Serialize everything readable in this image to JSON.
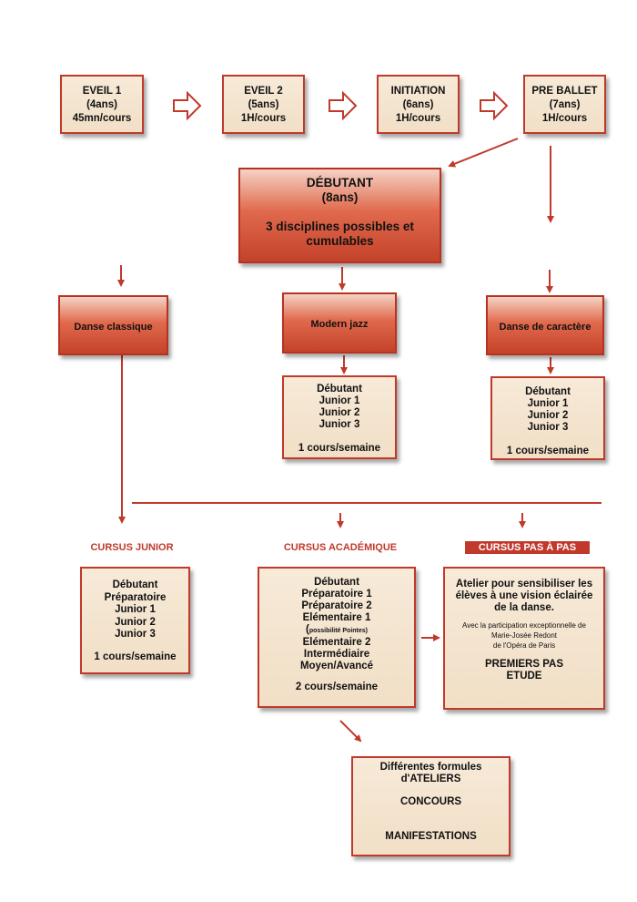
{
  "eveil1": {
    "l1": "EVEIL 1",
    "l2": "(4ans)",
    "l3": "45mn/cours"
  },
  "eveil2": {
    "l1": "EVEIL 2",
    "l2": "(5ans)",
    "l3": "1H/cours"
  },
  "initiation": {
    "l1": "INITIATION",
    "l2": "(6ans)",
    "l3": "1H/cours"
  },
  "preballet": {
    "l1": "PRE BALLET",
    "l2": "(7ans)",
    "l3": "1H/cours"
  },
  "debutant": {
    "title": "DÉBUTANT",
    "age": "(8ans)",
    "desc1": "3 disciplines possibles et",
    "desc2": "cumulables"
  },
  "disciplines": {
    "classique": "Danse classique",
    "jazz": "Modern jazz",
    "caractere": "Danse de caractère"
  },
  "jazz_levels": {
    "l1": "Débutant",
    "l2": "Junior 1",
    "l3": "Junior 2",
    "l4": "Junior 3",
    "freq": "1 cours/semaine"
  },
  "caractere_levels": {
    "l1": "Débutant",
    "l2": "Junior 1",
    "l3": "Junior 2",
    "l4": "Junior 3",
    "freq": "1 cours/semaine"
  },
  "cursus": {
    "junior_title": "CURSUS JUNIOR",
    "academique_title": "CURSUS ACADÉMIQUE",
    "pasapas_title": "CURSUS PAS À PAS"
  },
  "junior_levels": {
    "l1": "Débutant",
    "l2": "Préparatoire",
    "l3": "Junior 1",
    "l4": "Junior 2",
    "l5": "Junior 3",
    "freq": "1 cours/semaine"
  },
  "academique_levels": {
    "l1": "Débutant",
    "l2": "Préparatoire 1",
    "l3": "Préparatoire 2",
    "l4": "Elémentaire 1",
    "paren_open": "(",
    "pointes": "possibilité Pointes)",
    "l5": "Elémentaire 2",
    "l6": "Intermédiaire",
    "l7": "Moyen/Avancé",
    "freq": "2 cours/semaine"
  },
  "pasapas": {
    "t1": "Atelier pour sensibiliser les",
    "t2": "élèves à une vision éclairée",
    "t3": "de la danse.",
    "p1": "Avec la participation exceptionnelle de",
    "p2": "Marie-Josée Redont",
    "p3": "de l'Opéra de   Paris",
    "e1": "PREMIERS PAS",
    "e2": "ETUDE"
  },
  "ateliers": {
    "l1": "Différentes formules",
    "l2": "d'ATELIERS",
    "l3": "CONCOURS",
    "l4": "MANIFESTATIONS"
  },
  "colors": {
    "accent": "#c0392b",
    "box_fill": "#f1dfc6"
  }
}
